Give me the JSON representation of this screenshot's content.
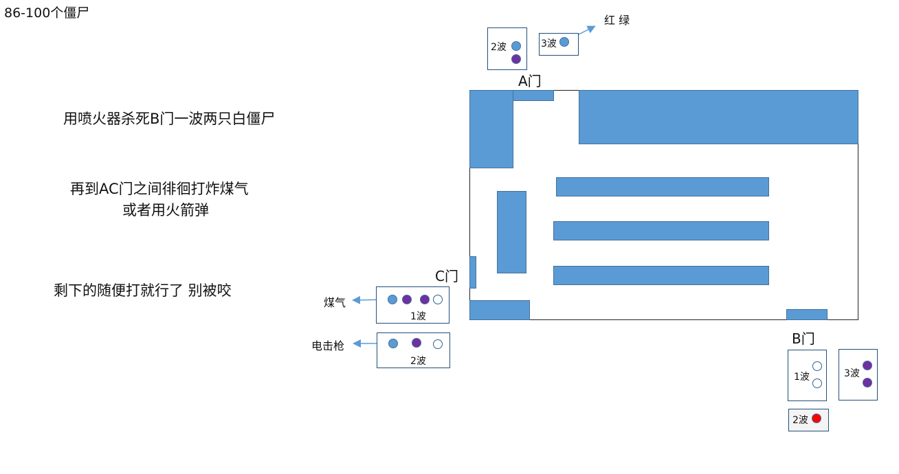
{
  "title": "86-100个僵尸",
  "notes": [
    "用喷火器杀死B门一波两只白僵尸",
    "再到AC门之间徘徊打炸煤气",
    "或者用火箭弹",
    "剩下的随便打就行了 别被咬"
  ],
  "doors": {
    "a": "A门",
    "b": "B门",
    "c": "C门"
  },
  "waves": {
    "a2": "2波",
    "a3": "3波",
    "c1": "1波",
    "c2": "2波",
    "b1": "1波",
    "b3": "3波",
    "b2": "2波"
  },
  "labels": {
    "red_green": "红 绿",
    "gas": "煤气",
    "taser": "电击枪"
  },
  "colors": {
    "blue": "#5b9bd5",
    "purple": "#7030a0",
    "red": "#ff0000",
    "outline": "#1f4e79"
  }
}
